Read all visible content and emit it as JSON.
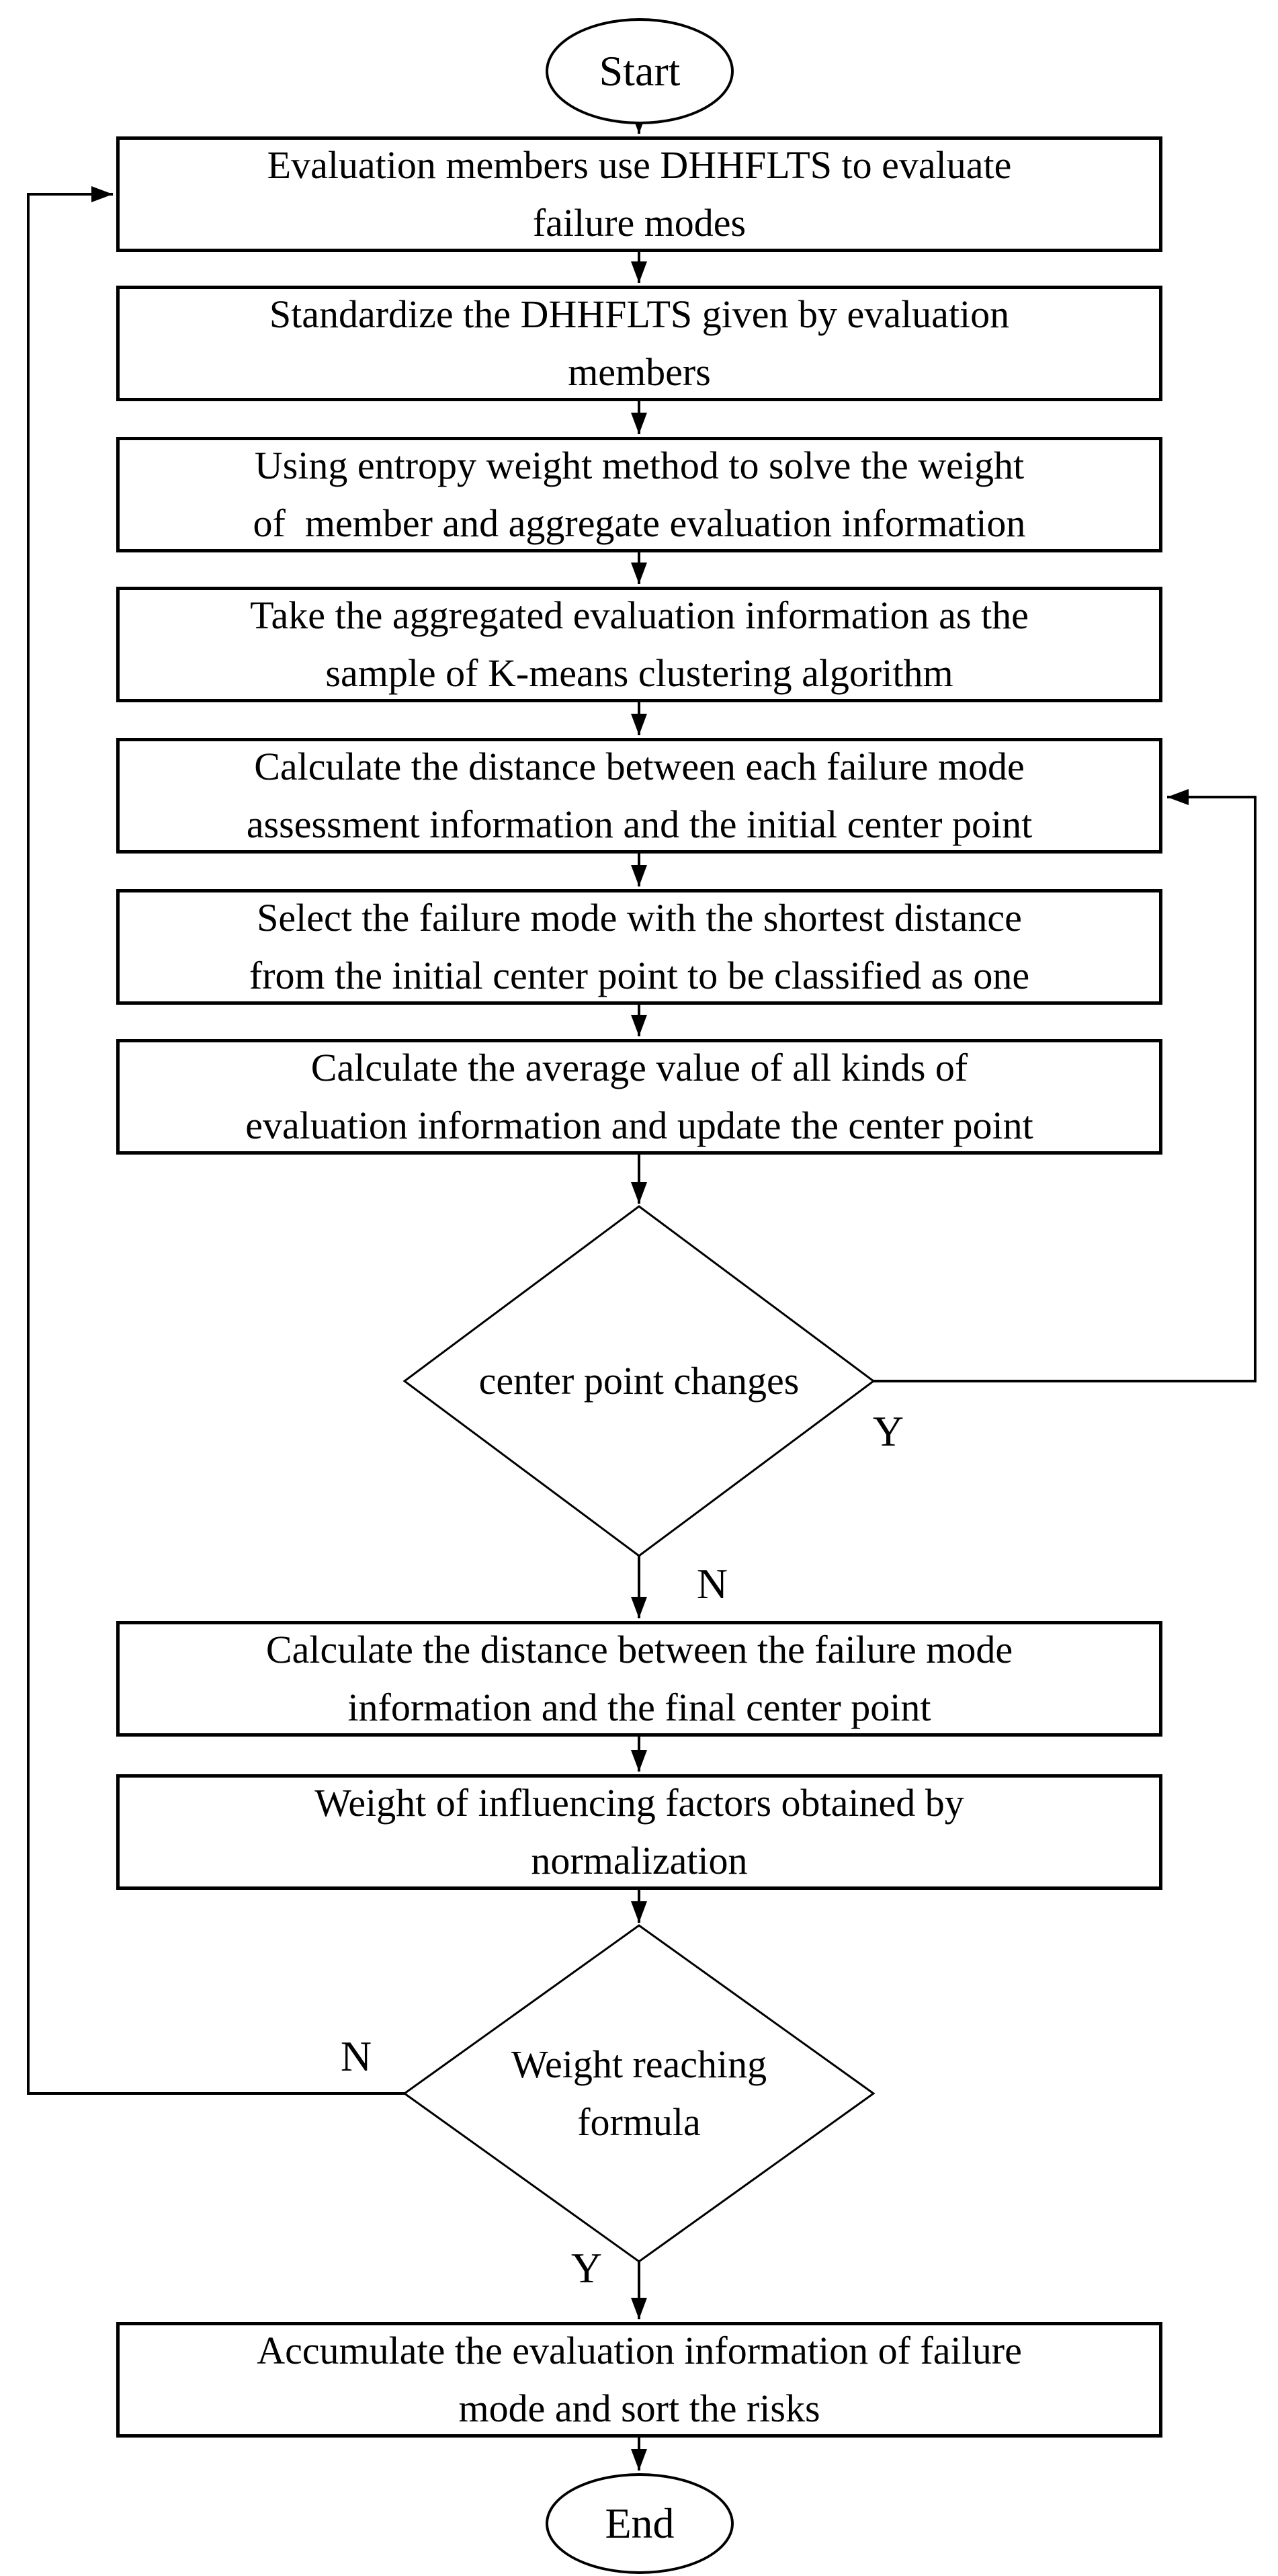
{
  "figure": {
    "background": "#ffffff",
    "stroke_color": "#000000",
    "start": {
      "label": "Start"
    },
    "end": {
      "label": "End"
    },
    "processes": [
      {
        "text": "Evaluation members use DHHFLTS to evaluate\nfailure modes"
      },
      {
        "text": "Standardize the DHHFLTS given by evaluation\nmembers"
      },
      {
        "text": "Using entropy weight method to solve the weight\nof  member and aggregate evaluation information"
      },
      {
        "text": "Take the aggregated evaluation information as the\nsample of K-means clustering algorithm"
      },
      {
        "text": "Calculate the distance between each failure mode\nassessment information and the initial center point"
      },
      {
        "text": "Select the failure mode with the shortest distance\nfrom the initial center point to be classified as one"
      },
      {
        "text": "Calculate the average value of all kinds of\nevaluation information and update the center point"
      },
      {
        "text": "Calculate the distance between the failure mode\ninformation and the final center point"
      },
      {
        "text": "Weight of influencing factors obtained by\nnormalization"
      },
      {
        "text": "Accumulate the evaluation information of failure\nmode and sort the risks"
      }
    ],
    "decisions": [
      {
        "text": "center point changes",
        "yes_label": "Y",
        "no_label": "N"
      },
      {
        "text": "Weight reaching\nformula",
        "yes_label": "Y",
        "no_label": "N"
      }
    ]
  }
}
